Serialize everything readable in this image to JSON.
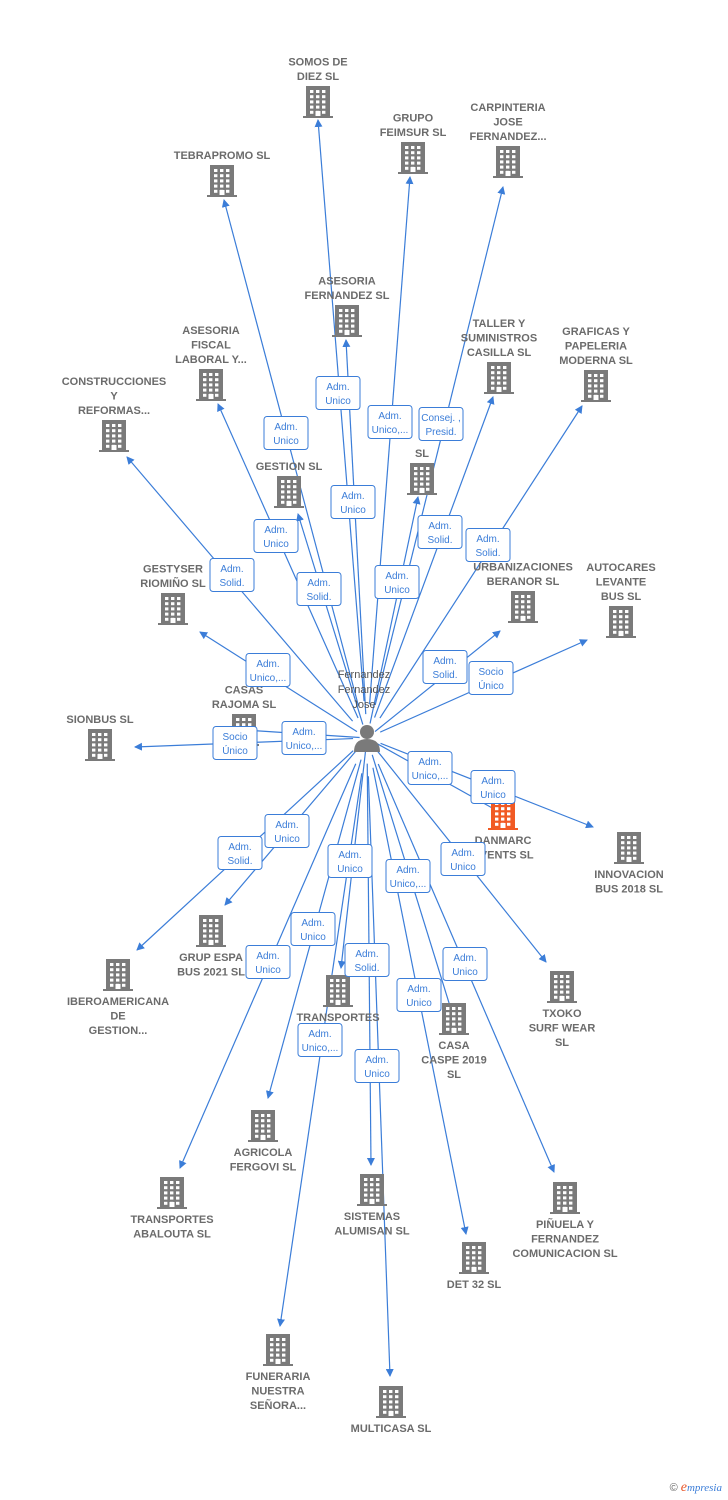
{
  "person": {
    "lines": [
      "Fernandez",
      "Fernandez",
      "Jose"
    ]
  },
  "colors": {
    "edge": "#3b7dd8",
    "node": "#7a7a7a",
    "highlight": "#f15a24"
  },
  "footer": {
    "copyright": "©",
    "brand_e": "e",
    "brand_rest": "mpresia"
  },
  "nodes": [
    {
      "id": "somos",
      "lines": [
        "SOMOS DE",
        "DIEZ SL"
      ]
    },
    {
      "id": "feimsur",
      "lines": [
        "GRUPO",
        "FEIMSUR SL"
      ]
    },
    {
      "id": "carpinteria",
      "lines": [
        "CARPINTERIA",
        "JOSE",
        "FERNANDEZ..."
      ]
    },
    {
      "id": "tebrapromo",
      "lines": [
        "TEBRAPROMO SL"
      ]
    },
    {
      "id": "asesoria_fernandez",
      "lines": [
        "ASESORIA",
        "FERNANDEZ SL"
      ]
    },
    {
      "id": "taller",
      "lines": [
        "TALLER Y",
        "SUMINISTROS",
        "CASILLA SL"
      ]
    },
    {
      "id": "graficas",
      "lines": [
        "GRAFICAS Y",
        "PAPELERIA",
        "MODERNA SL"
      ]
    },
    {
      "id": "asesoria_fiscal",
      "lines": [
        "ASESORIA",
        "FISCAL",
        "LABORAL Y..."
      ]
    },
    {
      "id": "construcciones",
      "lines": [
        "CONSTRUCCIONES",
        "Y",
        "REFORMAS..."
      ]
    },
    {
      "id": "gestion",
      "lines": [
        "GESTION SL"
      ]
    },
    {
      "id": "sl_hidden",
      "lines": [
        "SL"
      ]
    },
    {
      "id": "gestyser",
      "lines": [
        "GESTYSER",
        "RIOMIÑO SL"
      ]
    },
    {
      "id": "beranor",
      "lines": [
        "URBANIZACIONES",
        "BERANOR SL"
      ]
    },
    {
      "id": "autocares",
      "lines": [
        "AUTOCARES",
        "LEVANTE",
        "BUS SL"
      ]
    },
    {
      "id": "casas_rajoma",
      "lines": [
        "CASAS",
        "RAJOMA SL"
      ]
    },
    {
      "id": "sionbus",
      "lines": [
        "SIONBUS SL"
      ]
    },
    {
      "id": "danmarc",
      "lines": [
        "DANMARC",
        "EVENTS SL"
      ]
    },
    {
      "id": "innovacion",
      "lines": [
        "INNOVACION",
        "BUS 2018 SL"
      ]
    },
    {
      "id": "grup_espa",
      "lines": [
        "GRUP ESPA",
        "BUS 2021 SL"
      ]
    },
    {
      "id": "iberoamericana",
      "lines": [
        "IBEROAMERICANA",
        "DE",
        "GESTION..."
      ]
    },
    {
      "id": "transportes_mid",
      "lines": [
        "TRANSPORTES",
        "I"
      ]
    },
    {
      "id": "casa_caspe",
      "lines": [
        "CASA",
        "CASPE 2019",
        "SL"
      ]
    },
    {
      "id": "txoko",
      "lines": [
        "TXOKO",
        "SURF WEAR",
        "SL"
      ]
    },
    {
      "id": "agricola",
      "lines": [
        "AGRICOLA",
        "FERGOVI SL"
      ]
    },
    {
      "id": "transportes_abalouta",
      "lines": [
        "TRANSPORTES",
        "ABALOUTA SL"
      ]
    },
    {
      "id": "sistemas",
      "lines": [
        "SISTEMAS",
        "ALUMISAN SL"
      ]
    },
    {
      "id": "det32",
      "lines": [
        "DET 32 SL"
      ]
    },
    {
      "id": "pinuela",
      "lines": [
        "PIÑUELA Y",
        "FERNANDEZ",
        "COMUNICACION SL"
      ]
    },
    {
      "id": "funeraria",
      "lines": [
        "FUNERARIA",
        "NUESTRA",
        "SEÑORA..."
      ]
    },
    {
      "id": "multicasa",
      "lines": [
        "MULTICASA SL"
      ]
    }
  ],
  "roles": [
    {
      "lines": [
        "Adm.",
        "Unico"
      ]
    },
    {
      "lines": [
        "Adm.",
        "Unico"
      ]
    },
    {
      "lines": [
        "Adm.",
        "Unico,..."
      ]
    },
    {
      "lines": [
        "Consej. ,",
        "Presid."
      ]
    },
    {
      "lines": [
        "Adm.",
        "Unico"
      ]
    },
    {
      "lines": [
        "Adm.",
        "Solid."
      ]
    },
    {
      "lines": [
        "Adm.",
        "Solid."
      ]
    },
    {
      "lines": [
        "Adm.",
        "Unico"
      ]
    },
    {
      "lines": [
        "Adm.",
        "Solid."
      ]
    },
    {
      "lines": [
        "Adm.",
        "Solid."
      ]
    },
    {
      "lines": [
        "Adm.",
        "Unico"
      ]
    },
    {
      "lines": [
        "Adm.",
        "Unico,..."
      ]
    },
    {
      "lines": [
        "Adm.",
        "Solid."
      ]
    },
    {
      "lines": [
        "Socio",
        "Único"
      ]
    },
    {
      "lines": [
        "Adm.",
        "Unico,..."
      ]
    },
    {
      "lines": [
        "Socio",
        "Único"
      ]
    },
    {
      "lines": [
        "Adm.",
        "Unico,..."
      ]
    },
    {
      "lines": [
        "Adm.",
        "Unico"
      ]
    },
    {
      "lines": [
        "Adm.",
        "Unico"
      ]
    },
    {
      "lines": [
        "Adm.",
        "Solid."
      ]
    },
    {
      "lines": [
        "Adm.",
        "Unico"
      ]
    },
    {
      "lines": [
        "Adm.",
        "Unico,..."
      ]
    },
    {
      "lines": [
        "Adm.",
        "Unico"
      ]
    },
    {
      "lines": [
        "Adm.",
        "Unico"
      ]
    },
    {
      "lines": [
        "Adm.",
        "Unico"
      ]
    },
    {
      "lines": [
        "Adm.",
        "Solid."
      ]
    },
    {
      "lines": [
        "Adm.",
        "Unico"
      ]
    },
    {
      "lines": [
        "Adm.",
        "Unico"
      ]
    },
    {
      "lines": [
        "Adm.",
        "Unico,..."
      ]
    },
    {
      "lines": [
        "Adm.",
        "Unico"
      ]
    }
  ]
}
